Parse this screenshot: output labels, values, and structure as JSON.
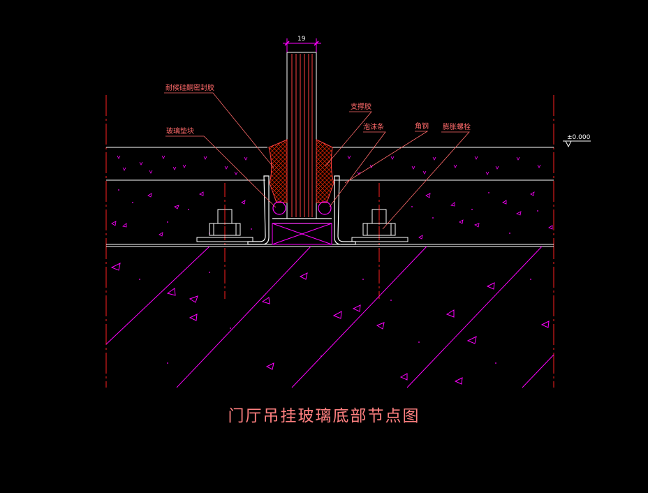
{
  "labels": {
    "sealant": "耐候硅酮密封胶",
    "glass_pad": "玻璃垫块",
    "support_glue": "支撑胶",
    "foam_strip": "泡沫条",
    "angle_steel": "角钢",
    "expansion_bolt": "膨胀螺栓"
  },
  "dimension": "19",
  "elevation": "±0.000",
  "title": "门厅吊挂玻璃底部节点图",
  "colors": {
    "background": "#000000",
    "line": "#ffffff",
    "hatch": "#ff00ff",
    "leader": "#ff6a6a",
    "axis": "#ff2020",
    "sealant": "#cc2200",
    "title": "#ff8080"
  }
}
